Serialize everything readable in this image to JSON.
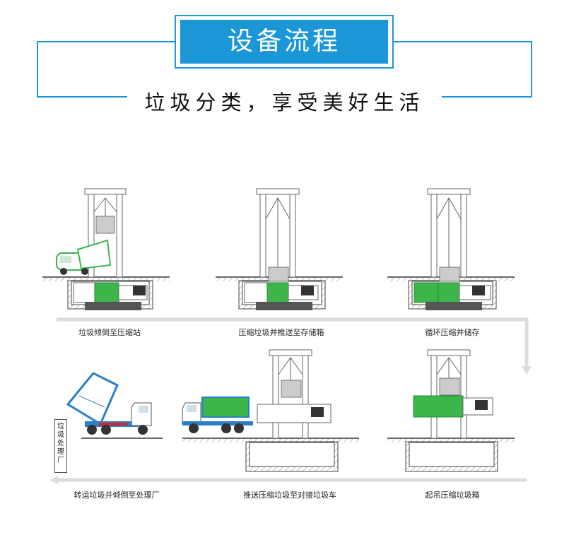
{
  "header": {
    "title": "设备流程",
    "subtitle": "垃圾分类，享受美好生活",
    "accent_color": "#1b96d6"
  },
  "steps": [
    {
      "caption": "垃圾倾倒至压缩站"
    },
    {
      "caption": "压缩垃圾并推送至存储箱"
    },
    {
      "caption": "循环压缩并储存"
    },
    {
      "caption": "起吊压缩垃圾箱"
    },
    {
      "caption": "推送压缩垃圾至对接垃圾车"
    },
    {
      "caption": "转运垃圾并倾倒至处理厂"
    }
  ],
  "side_label": "垃圾处理厂",
  "colors": {
    "green": "#3cb54a",
    "truck_blue": "#2a7fc7",
    "flow_arrow": "#d8dde2",
    "steel": "#7a7a7a"
  }
}
